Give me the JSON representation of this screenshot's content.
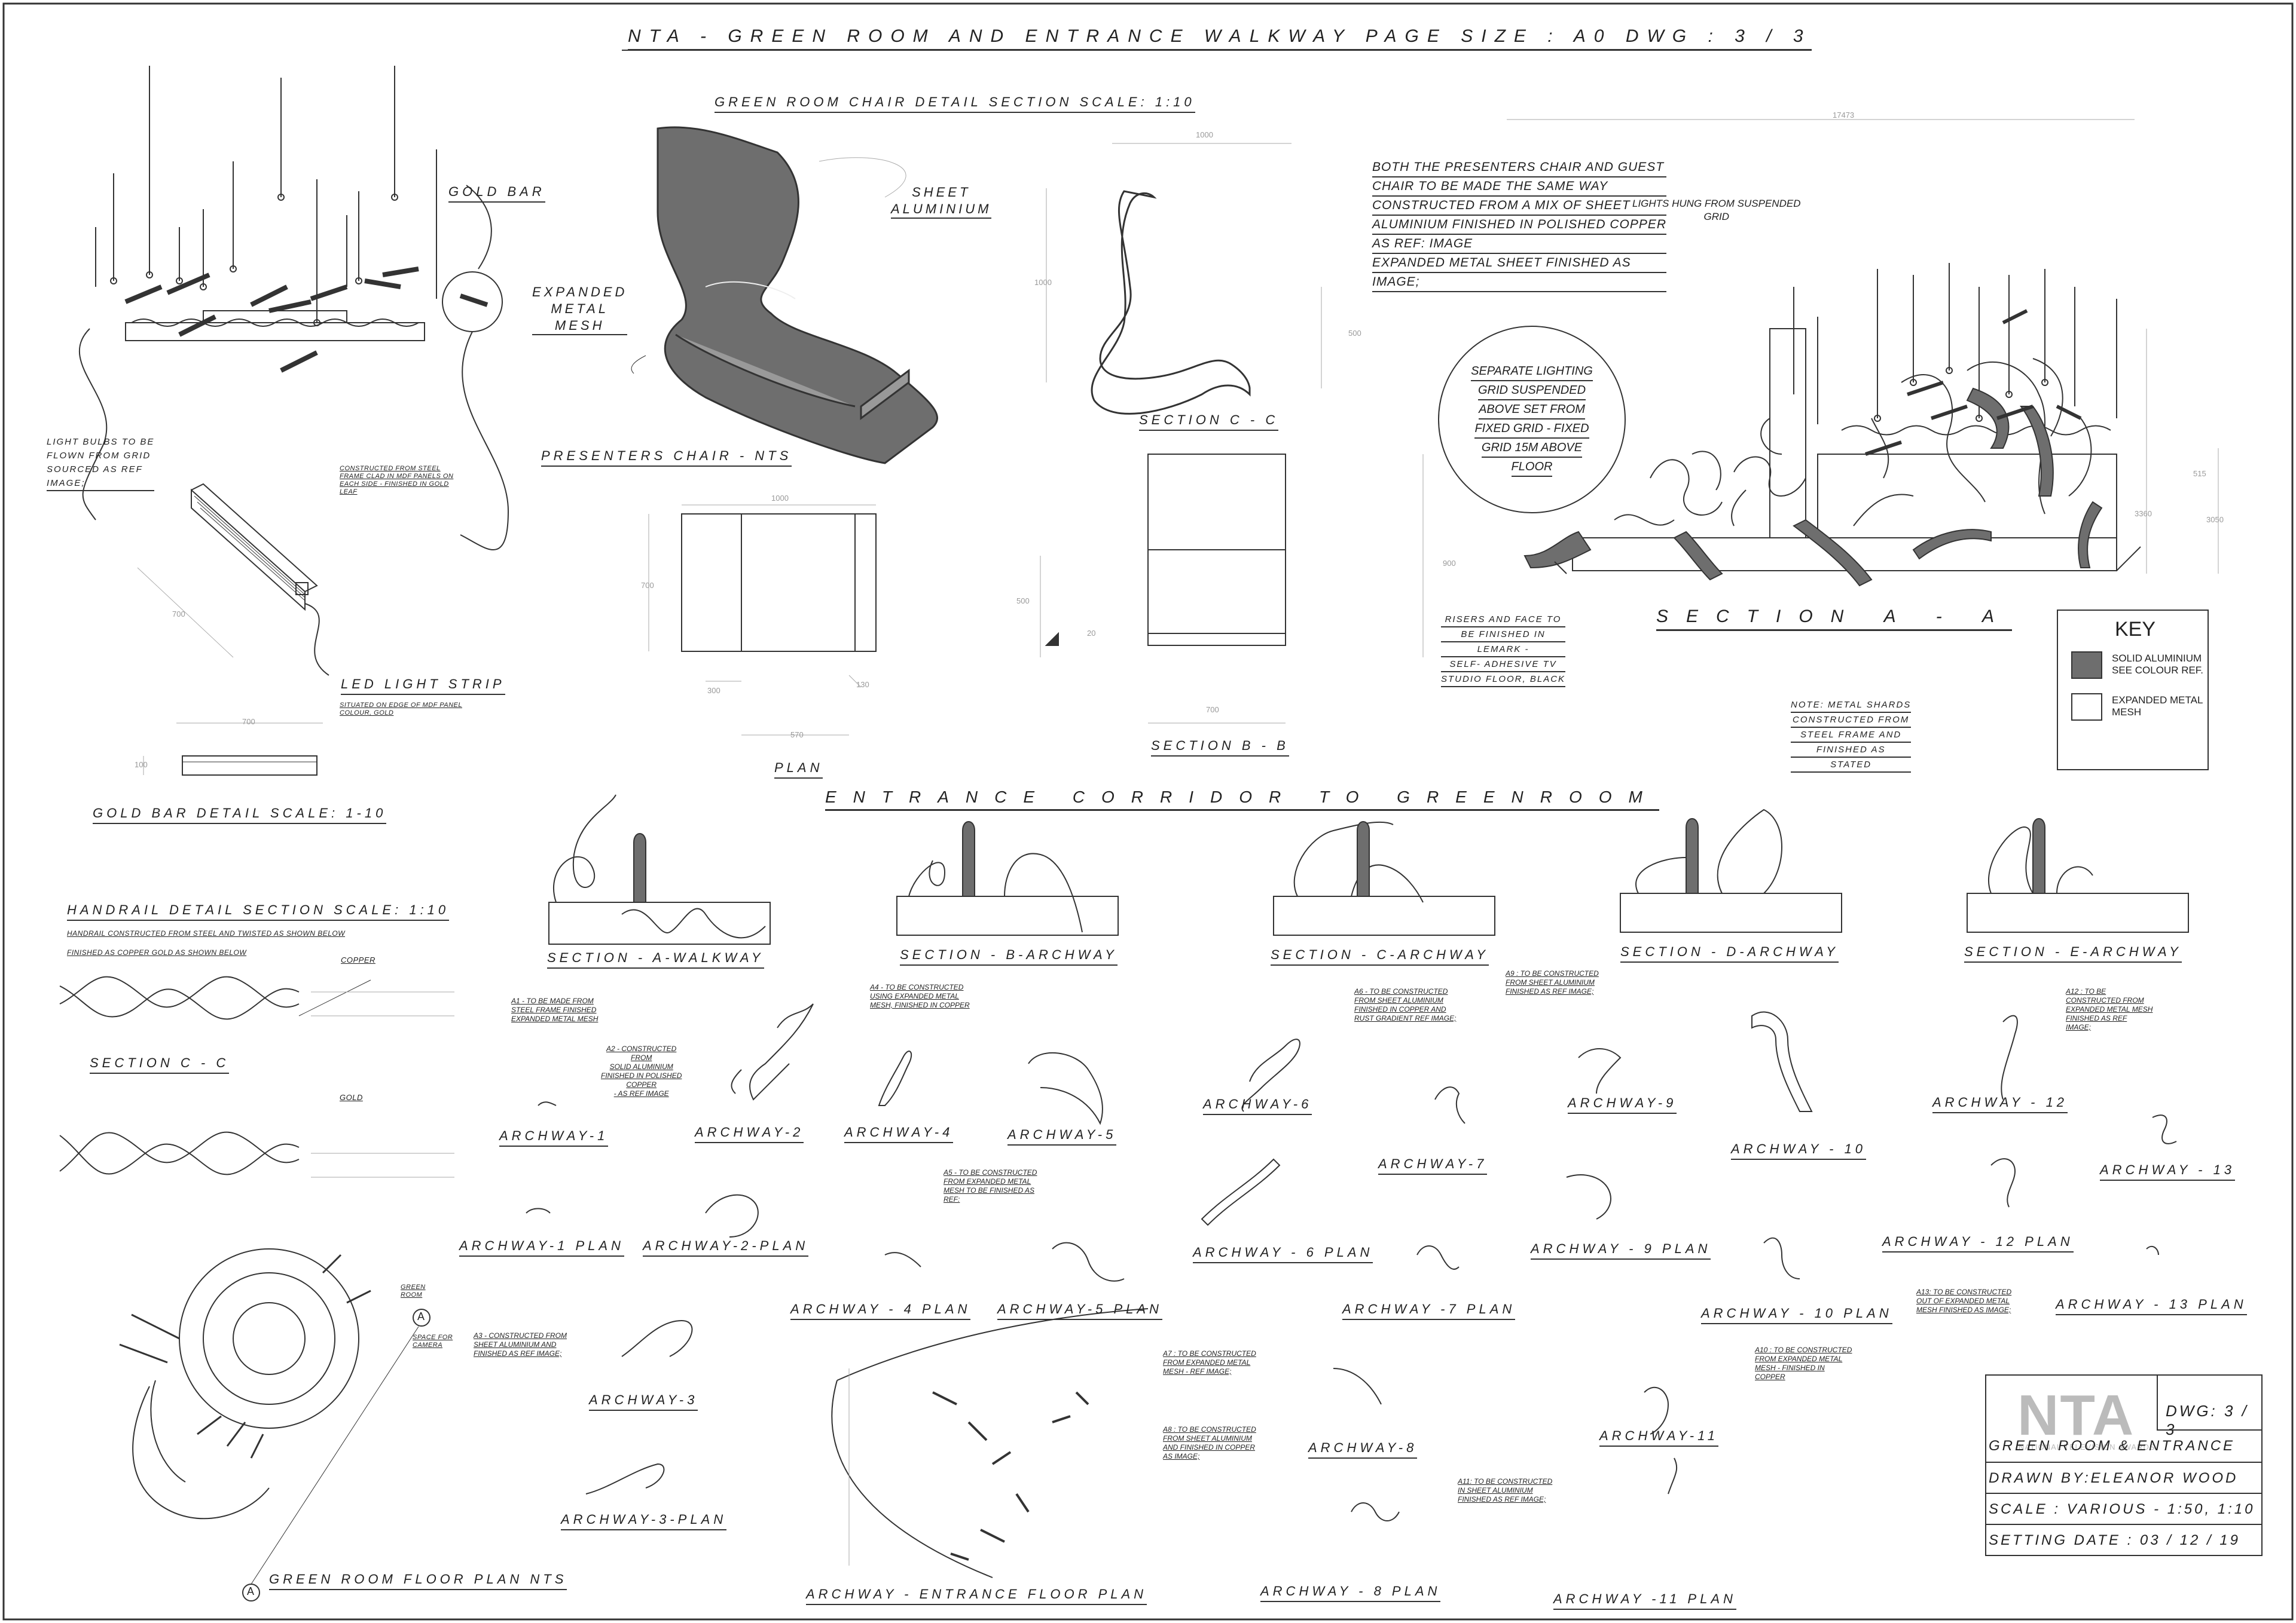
{
  "title": "NTA - GREEN ROOM AND ENTRANCE WALKWAY      PAGE SIZE : A0      DWG : 3 / 3",
  "headings": {
    "chair_detail": "GREEN ROOM CHAIR DETAIL SECTION SCALE: 1:10",
    "gold_bar_detail": "GOLD BAR DETAIL SCALE: 1-10",
    "entrance_corridor": "ENTRANCE CORRIDOR TO GREENROOM",
    "handrail_detail": "HANDRAIL DETAIL SECTION SCALE: 1:10",
    "floor_plan": "GREEN ROOM FLOOR PLAN NTS",
    "entrance_floor_plan": "ARCHWAY - ENTRANCE FLOOR PLAN",
    "section_aa": "SECTION A - A"
  },
  "labels": {
    "gold_bar": "GOLD BAR",
    "light_bulbs": [
      "LIGHT BULBS TO BE",
      "FLOWN FROM GRID",
      "SOURCED AS REF",
      "IMAGE;"
    ],
    "led_strip": "LED LIGHT STRIP",
    "led_note": [
      "SITUATED ON EDGE OF MDF PANEL",
      "COLOUR, GOLD"
    ],
    "bar_note": [
      "CONSTRUCTED FROM STEEL",
      "FRAME CLAD IN MDF PANELS ON",
      "EACH SIDE - FINISHED IN GOLD",
      "LEAF"
    ],
    "expanded_mesh": [
      "EXPANDED",
      "METAL",
      "MESH"
    ],
    "sheet_al": [
      "SHEET",
      "ALUMINIUM"
    ],
    "presenters_chair": "PRESENTERS CHAIR - NTS",
    "plan": "PLAN",
    "section_cc": "SECTION C - C",
    "section_bb": "SECTION B - B",
    "section_cc_2": "SECTION C - C",
    "both_chairs": [
      "BOTH THE PRESENTERS CHAIR AND GUEST",
      "CHAIR TO BE MADE THE SAME WAY",
      "CONSTRUCTED FROM A MIX OF SHEET",
      "ALUMINIUM FINISHED IN POLISHED COPPER",
      "AS REF: IMAGE",
      "EXPANDED METAL SHEET FINISHED AS",
      "IMAGE;"
    ],
    "lights_hung": [
      "LIGHTS HUNG FROM SUSPENDED",
      "GRID"
    ],
    "separate_grid": [
      "SEPARATE LIGHTING",
      "GRID SUSPENDED",
      "ABOVE SET FROM",
      "FIXED GRID - FIXED",
      "GRID 15M ABOVE",
      "FLOOR"
    ],
    "risers": [
      "RISERS AND FACE TO",
      "BE FINISHED IN",
      "LEMARK -",
      "SELF- ADHESIVE TV",
      "STUDIO FLOOR, BLACK"
    ],
    "metal_shards": [
      "NOTE: METAL SHARDS",
      "CONSTRUCTED FROM",
      "STEEL FRAME AND",
      "FINISHED AS",
      "STATED"
    ],
    "handrail_note_1": "HANDRAIL CONSTRUCTED FROM STEEL AND TWISTED AS SHOWN BELOW",
    "handrail_note_2": "FINISHED AS COPPER GOLD AS SHOWN BELOW",
    "copper": "COPPER",
    "gold": "GOLD",
    "green_room": [
      "GREEN",
      "ROOM"
    ],
    "space_camera": [
      "SPACE FOR",
      "CAMERA"
    ]
  },
  "key": {
    "title": "KEY",
    "items": [
      {
        "label": [
          "SOLID ALUMINIUM",
          "SEE COLOUR REF."
        ],
        "color": "#6e6e6e"
      },
      {
        "label": [
          "EXPANDED METAL",
          "MESH"
        ],
        "color": "#ffffff"
      }
    ]
  },
  "sections": [
    "SECTION - A-WALKWAY",
    "SECTION - B-ARCHWAY",
    "SECTION - C-ARCHWAY",
    "SECTION - D-ARCHWAY",
    "SECTION - E-ARCHWAY"
  ],
  "archways": {
    "a1": "ARCHWAY-1",
    "a1p": "ARCHWAY-1 PLAN",
    "a2": "ARCHWAY-2",
    "a2p": "ARCHWAY-2-PLAN",
    "a3": "ARCHWAY-3",
    "a3p": "ARCHWAY-3-PLAN",
    "a4": "ARCHWAY-4",
    "a4p": "ARCHWAY - 4 PLAN",
    "a5": "ARCHWAY-5",
    "a5p": "ARCHWAY-5 PLAN",
    "a6": "ARCHWAY-6",
    "a6p": "ARCHWAY - 6 PLAN",
    "a7": "ARCHWAY-7",
    "a7p": "ARCHWAY -7 PLAN",
    "a8": "ARCHWAY-8",
    "a8p": "ARCHWAY - 8 PLAN",
    "a9": "ARCHWAY-9",
    "a9p": "ARCHWAY - 9 PLAN",
    "a10": "ARCHWAY - 10",
    "a10p": "ARCHWAY - 10 PLAN",
    "a11": "ARCHWAY-11",
    "a11p": "ARCHWAY -11 PLAN",
    "a12": "ARCHWAY - 12",
    "a12p": "ARCHWAY - 12 PLAN",
    "a13": "ARCHWAY - 13",
    "a13p": "ARCHWAY - 13 PLAN"
  },
  "notes": {
    "n1": [
      "A1 - TO BE MADE FROM",
      "STEEL FRAME FINISHED",
      "EXPANDED METAL MESH"
    ],
    "n2": [
      "A2 - CONSTRUCTED",
      "FROM",
      "SOLID ALUMINIUM",
      "FINISHED IN POLISHED",
      "COPPER",
      "- AS REF IMAGE"
    ],
    "n3": [
      "A3 - CONSTRUCTED FROM",
      "SHEET ALUMINIUM AND",
      "FINISHED AS REF IMAGE;"
    ],
    "n4": [
      "A4 - TO BE CONSTRUCTED",
      "USING EXPANDED METAL",
      "MESH, FINISHED IN COPPER"
    ],
    "n5": [
      "A5 - TO BE CONSTRUCTED",
      "FROM EXPANDED METAL",
      "MESH TO BE FINISHED AS",
      "REF:"
    ],
    "n6": [
      "A6 - TO BE CONSTRUCTED",
      "FROM SHEET ALUMINIUM",
      "FINISHED IN COPPER AND",
      "RUST GRADIENT REF IMAGE;"
    ],
    "n7": [
      "A7 : TO BE CONSTRUCTED",
      "FROM EXPANDED METAL",
      "MESH - REF IMAGE;"
    ],
    "n8": [
      "A8 : TO BE CONSTRUCTED",
      "FROM SHEET ALUMINIUM",
      "AND FINISHED IN COPPER",
      "AS IMAGE;"
    ],
    "n9": [
      "A9 : TO BE CONSTRUCTED",
      "FROM SHEET ALUMINIUM",
      "FINISHED AS REF IMAGE;"
    ],
    "n10": [
      "A10 : TO BE CONSTRUCTED",
      "FROM EXPANDED METAL",
      "MESH - FINISHED IN",
      "COPPER"
    ],
    "n11": [
      "A11: TO BE CONSTRUCTED",
      "IN SHEET ALUMINIUM",
      "FINISHED AS REF IMAGE;"
    ],
    "n12": [
      "A12 : TO BE",
      "CONSTRUCTED FROM",
      "EXPANDED METAL MESH",
      "FINISHED AS REF",
      "IMAGE;"
    ],
    "n13": [
      "A13: TO BE CONSTRUCTED",
      "OUT OF EXPANDED METAL",
      "MESH FINISHED AS IMAGE;"
    ]
  },
  "title_block": {
    "logo": "NTA",
    "logo_sub": "NATIONAL TELEVISION AWARDS",
    "dwg": "DWG: 3 / 3",
    "project": "GREEN ROOM & ENTRANCE",
    "drawn_by": "DRAWN BY:ELEANOR WOOD",
    "scale": "SCALE : VARIOUS - 1:50, 1:10",
    "date": "SETTING DATE : 03 / 12 / 19"
  },
  "dims": {
    "d17473": "17473",
    "d1000a": "1000",
    "d1000b": "1000",
    "d500a": "500",
    "d1000c": "1000",
    "d700a": "700",
    "d500b": "500",
    "d300": "300",
    "d570": "570",
    "d130": "130",
    "d20": "20",
    "d700b": "700",
    "d700c": "700",
    "d700d": "700",
    "d100": "100",
    "d900a": "900",
    "d3360": "3360",
    "d3050": "3050",
    "d515": "515"
  },
  "circle_markers": [
    "A",
    "A"
  ]
}
